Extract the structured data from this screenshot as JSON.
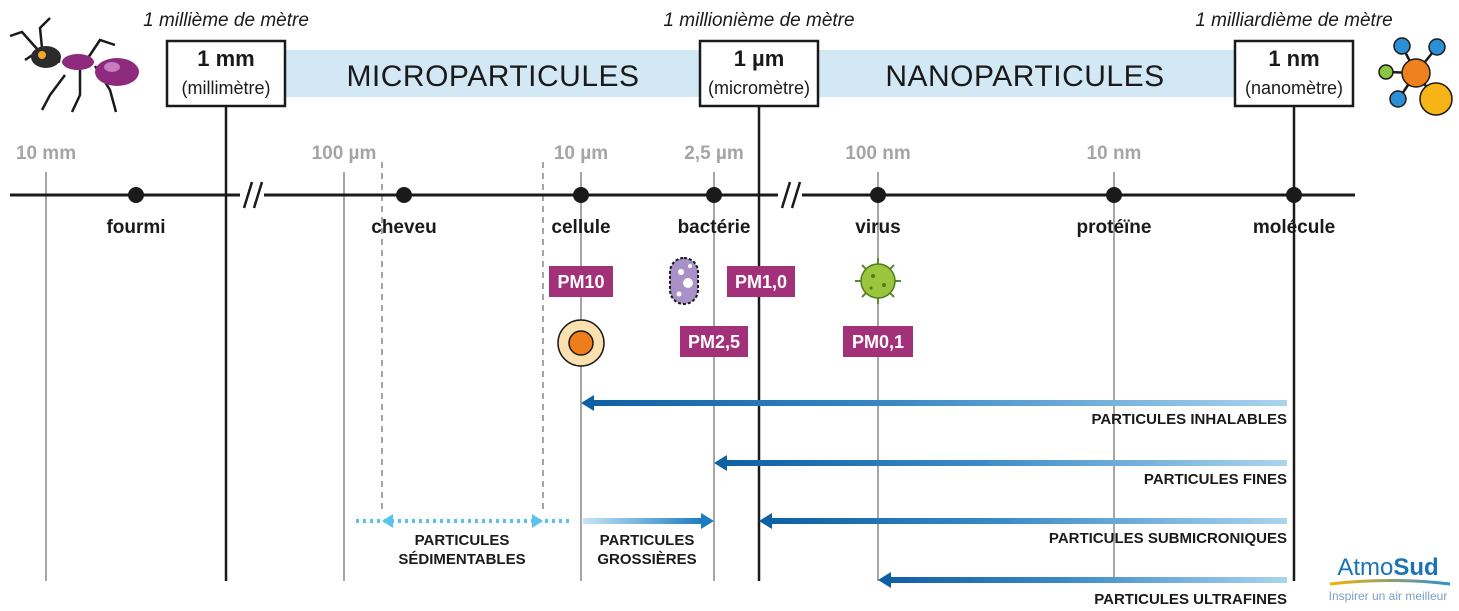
{
  "header": {
    "unit_captions": [
      "1 millième de mètre",
      "1 millionième de mètre",
      "1 milliardième de mètre"
    ],
    "unit_boxes": [
      {
        "value": "1 mm",
        "name": "(millimètre)"
      },
      {
        "value": "1 µm",
        "name": "(micromètre)"
      },
      {
        "value": "1 nm",
        "name": "(nanomètre)"
      }
    ],
    "bands": [
      "MICROPARTICULES",
      "NANOPARTICULES"
    ]
  },
  "scale": {
    "ticks": [
      "10 mm",
      "100 µm",
      "10 µm",
      "2,5 µm",
      "100 nm",
      "10 nm"
    ],
    "objects": [
      "fourmi",
      "cheveu",
      "cellule",
      "bactérie",
      "virus",
      "protéïne",
      "molécule"
    ]
  },
  "pm_badges": [
    "PM10",
    "PM1,0",
    "PM2,5",
    "PM0,1"
  ],
  "ranges": {
    "inhalables": "PARTICULES INHALABLES",
    "fines": "PARTICULES FINES",
    "submicroniques": "PARTICULES SUBMICRONIQUES",
    "ultrafines": "PARTICULES ULTRAFINES",
    "sedimentables": [
      "PARTICULES",
      "SÉDIMENTABLES"
    ],
    "grossieres": [
      "PARTICULES",
      "GROSSIÈRES"
    ]
  },
  "logo": {
    "name_part1": "Atmo",
    "name_part2": "Sud",
    "slogan": "Inspirer un air meilleur"
  },
  "colors": {
    "pm_badge": "#a3317a",
    "band_fill": "#d2e8f5",
    "arrow_dark": "#1166a8",
    "arrow_light": "#aad4ee",
    "dotted_arrow": "#5bc3ea",
    "tick_gray": "#a5a5a5"
  }
}
